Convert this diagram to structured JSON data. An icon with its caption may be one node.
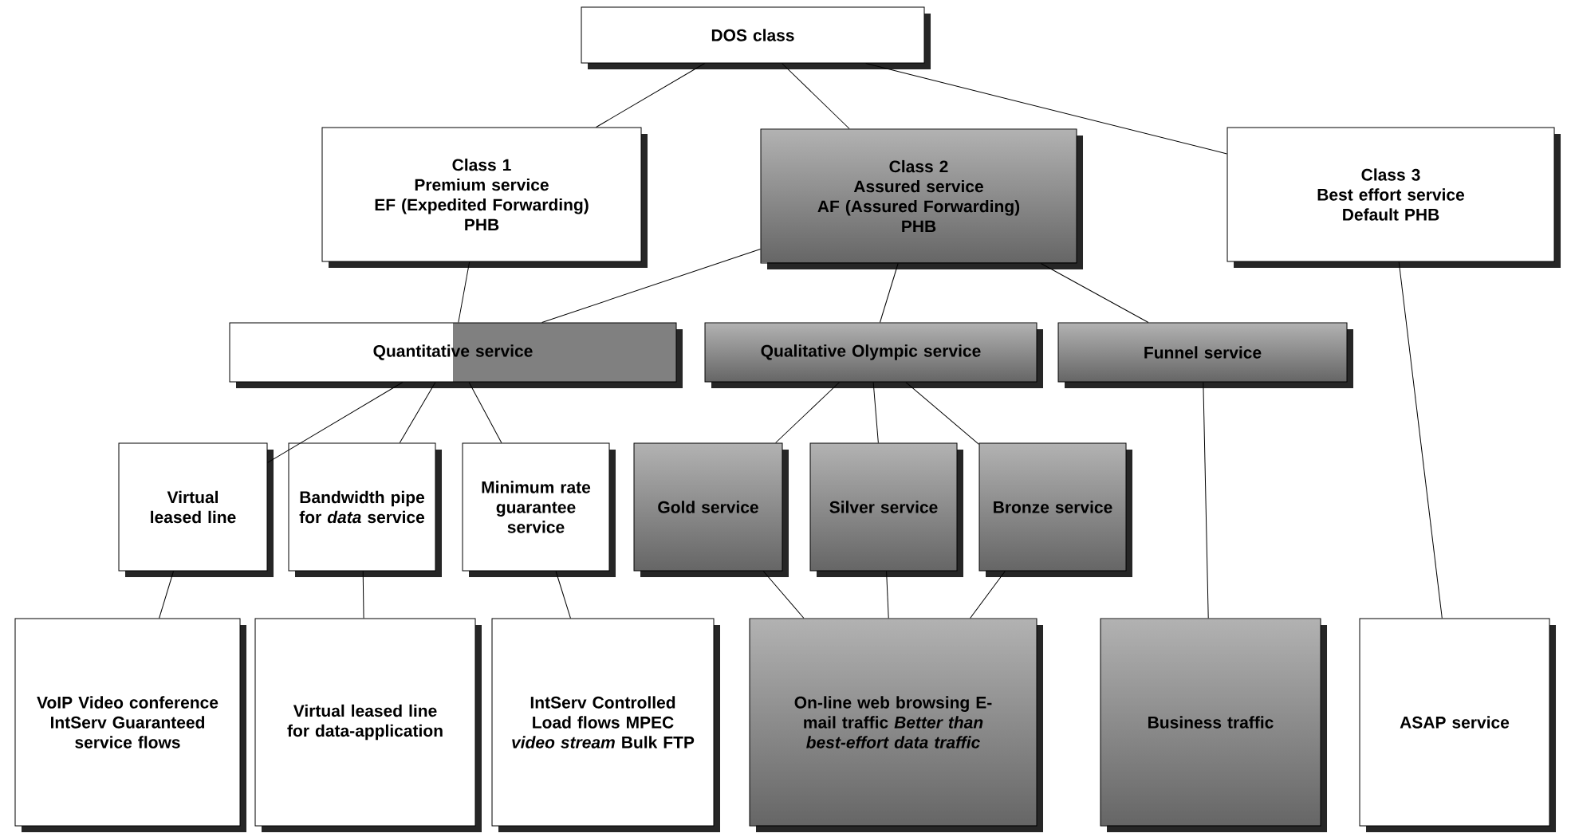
{
  "diagram": {
    "nodes": [
      {
        "text": [
          "DOS class"
        ]
      },
      {
        "text": [
          "Class 1",
          "Premium service",
          "**EF** (Expedited Forwarding)",
          "PHB"
        ]
      },
      {
        "text": [
          "Class 2",
          "Assured service",
          "**AF** (Assured Forwarding)",
          "PHB"
        ]
      },
      {
        "text": [
          "Class 3",
          "Best effort service",
          "Default PHB"
        ]
      },
      {
        "text": [
          "Quantitative service"
        ]
      },
      {
        "text": [
          "Qualitative Olympic service"
        ]
      },
      {
        "text": [
          "Funnel service"
        ]
      },
      {
        "text": [
          "Virtual leased line"
        ]
      },
      {
        "text": [
          "Bandwidth pipe for *data* service"
        ]
      },
      {
        "text": [
          "Minimum rate guarantee service"
        ]
      },
      {
        "text": [
          "Gold service"
        ]
      },
      {
        "text": [
          "Silver service"
        ]
      },
      {
        "text": [
          "Bronze service"
        ]
      },
      {
        "text": [
          "VoIP Video conference IntServ Guaranteed service flows"
        ]
      },
      {
        "text": [
          "Virtual leased line for data-application"
        ]
      },
      {
        "text": [
          "IntServ Controlled Load flows MPEC *video stream* Bulk FTP"
        ]
      },
      {
        "text": [
          "On-line web browsing E-mail traffic *Better than best-effort data traffic*"
        ]
      },
      {
        "text": [
          "Business traffic"
        ]
      },
      {
        "text": [
          "ASAP service"
        ]
      }
    ],
    "edges": [
      {
        "from": 0,
        "to": 1,
        "arrow": "none"
      },
      {
        "from": 0,
        "to": 2,
        "arrow": "none"
      },
      {
        "from": 0,
        "to": 3,
        "arrow": "none"
      },
      {
        "from": 1,
        "to": 4,
        "arrow": "none"
      },
      {
        "from": 2,
        "to": 4,
        "arrow": "none"
      },
      {
        "from": 2,
        "to": 5,
        "arrow": "none"
      },
      {
        "from": 2,
        "to": 6,
        "arrow": "none"
      },
      {
        "from": 4,
        "to": 7,
        "arrow": "none"
      },
      {
        "from": 4,
        "to": 8,
        "arrow": "none"
      },
      {
        "from": 4,
        "to": 9,
        "arrow": "none"
      },
      {
        "from": 5,
        "to": 10,
        "arrow": "none"
      },
      {
        "from": 5,
        "to": 11,
        "arrow": "none"
      },
      {
        "from": 5,
        "to": 12,
        "arrow": "none"
      },
      {
        "from": 7,
        "to": 13,
        "arrow": "none"
      },
      {
        "from": 8,
        "to": 14,
        "arrow": "none"
      },
      {
        "from": 9,
        "to": 15,
        "arrow": "none"
      },
      {
        "from": 10,
        "to": 16,
        "arrow": "none"
      },
      {
        "from": 11,
        "to": 16,
        "arrow": "none"
      },
      {
        "from": 12,
        "to": 16,
        "arrow": "none"
      },
      {
        "from": 6,
        "to": 17,
        "arrow": "none"
      },
      {
        "from": 3,
        "to": 18,
        "arrow": "none"
      }
    ]
  }
}
